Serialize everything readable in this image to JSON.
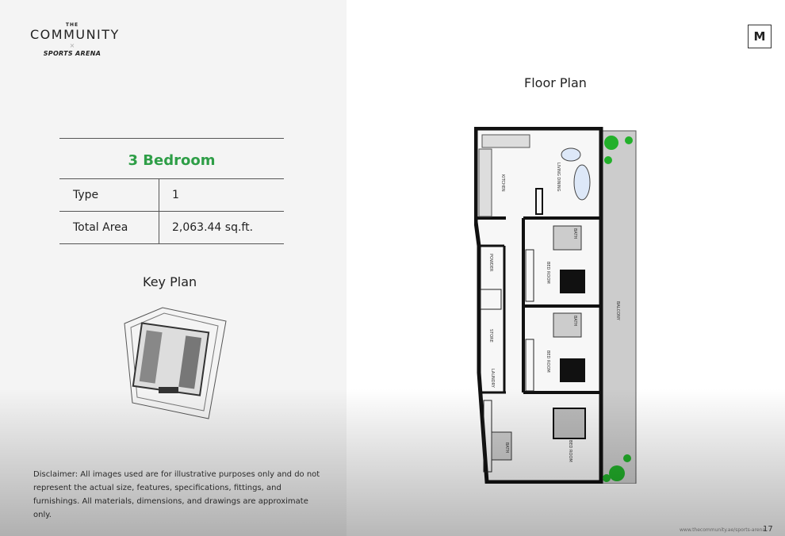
{
  "brand": {
    "the": "THE",
    "name": "COMMUNITY",
    "x": "×",
    "sub": "SPORTS ARENA"
  },
  "unit": {
    "title": "3 Bedroom",
    "rows": [
      {
        "label": "Type",
        "value": "1"
      },
      {
        "label": "Total Area",
        "value": "2,063.44 sq.ft."
      }
    ]
  },
  "key_plan_title": "Key Plan",
  "disclaimer": "Disclaimer: All images used are for illustrative purposes only and do not represent the actual size, features, specifications, fittings, and furnishings. All materials, dimensions, and drawings are approximate only.",
  "floor_plan_title": "Floor Plan",
  "rooms": {
    "kitchen": "KITCHEN",
    "living": "LIVING DINING",
    "powder": "POWDER",
    "bath": "BATH",
    "bed": "BED ROOM",
    "store": "STORE",
    "laundry": "LAUNDRY",
    "balcony": "BALCONY"
  },
  "footer": {
    "url": "www.thecommunity.ae/sports-arena",
    "page": "17"
  },
  "colors": {
    "accent": "#2e9e47",
    "plant": "#22b02a"
  }
}
